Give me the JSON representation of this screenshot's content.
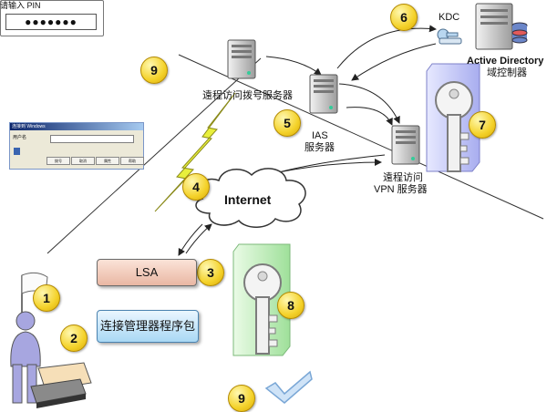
{
  "labels": {
    "kdc": "KDC",
    "ad_line1": "Active Directory",
    "ad_line2": "域控制器",
    "dialup": "遠程访问拨号服务器",
    "ias_line1": "IAS",
    "ias_line2": "服务器",
    "vpn_line1": "遠程访问",
    "vpn_line2": "VPN 服务器",
    "internet": "Internet",
    "lsa": "LSA",
    "package": "连接管理器程序包",
    "pin_title": "请输入 PIN",
    "pin_value": "●●●●●●●"
  },
  "steps": {
    "s1": "1",
    "s2": "2",
    "s3": "3",
    "s4": "4",
    "s5": "5",
    "s6": "6",
    "s7": "7",
    "s8": "8",
    "s9a": "9",
    "s9b": "9"
  },
  "dialog": {
    "title": "连接到 Windows",
    "field_label": "用户名",
    "buttons": [
      "拨号",
      "取消",
      "属性",
      "帮助"
    ]
  },
  "colors": {
    "step_badge": "#f4d22a",
    "lsa_fill": "#e9b7a3",
    "package_fill": "#a9d8f4",
    "smartcard_panel_blue": "#c9cdf5",
    "smartcard_panel_green": "#c9efc4",
    "lightning": "#e8ef3c",
    "checkmark": "#9cc4ea",
    "person": "#a7a6e0"
  }
}
